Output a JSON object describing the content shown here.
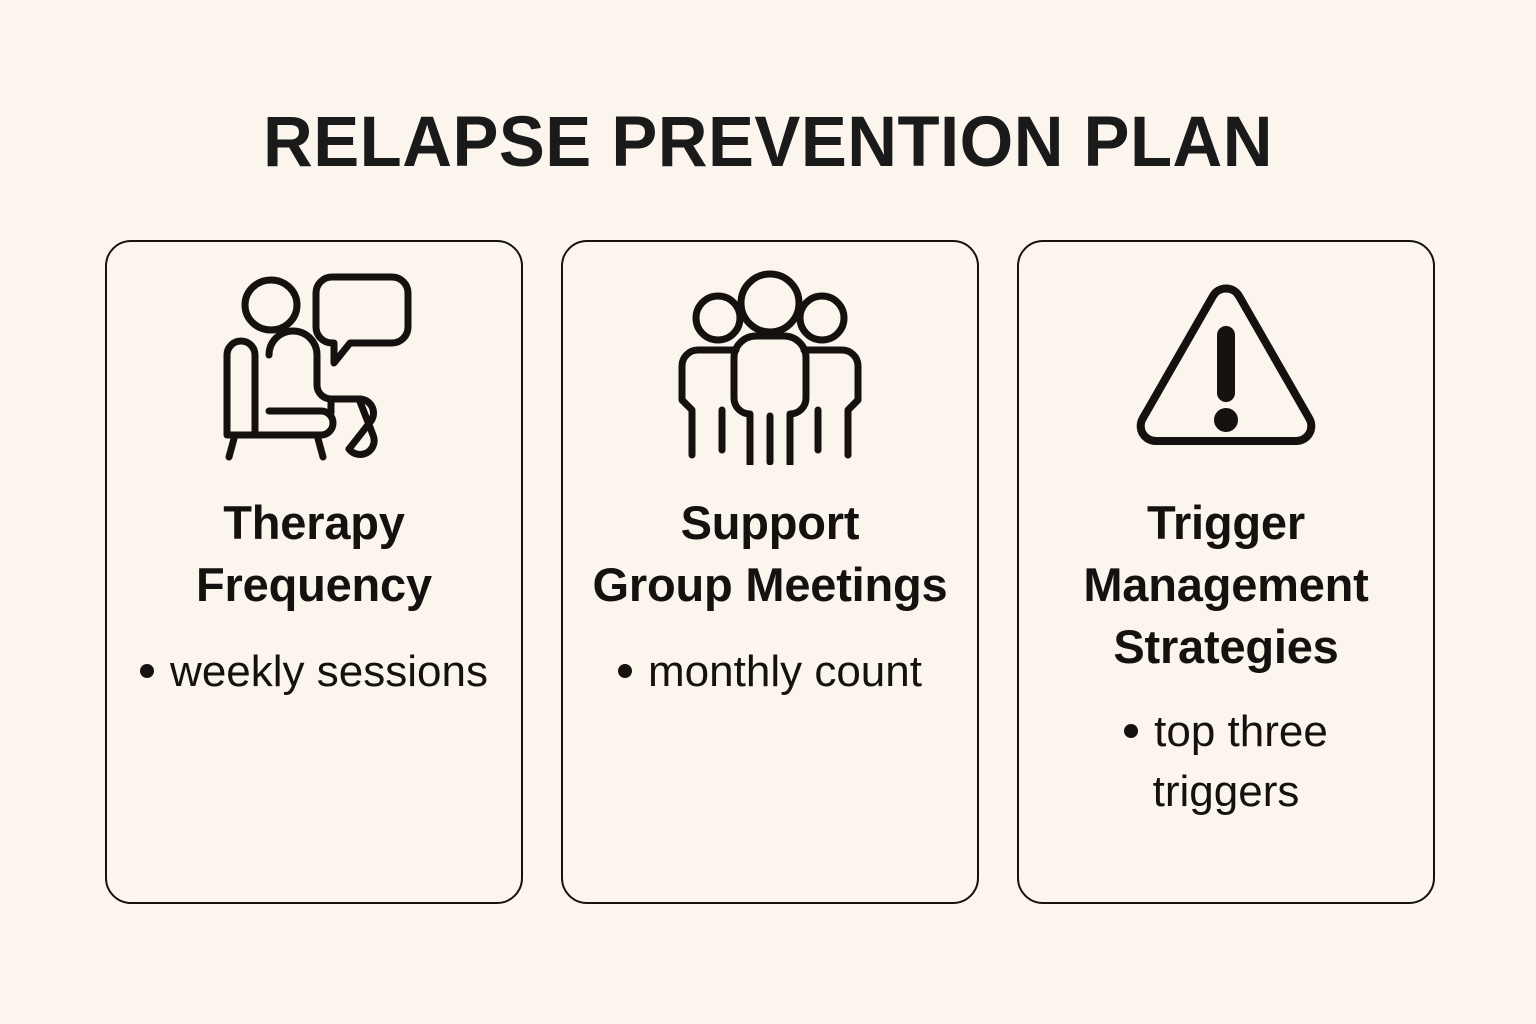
{
  "page": {
    "background_color": "#FBF5EE",
    "text_color": "#1A1A1A",
    "title": "RELAPSE PREVENTION PLAN"
  },
  "cards": [
    {
      "icon_name": "therapy-session-icon",
      "icon_description": "person seated in armchair with speech bubble",
      "heading_line1": "Therapy",
      "heading_line2": "Frequency",
      "heading_line3": "",
      "bullets": [
        "weekly sessions"
      ]
    },
    {
      "icon_name": "support-group-icon",
      "icon_description": "three people standing together",
      "heading_line1": "Support",
      "heading_line2": "Group Meetings",
      "heading_line3": "",
      "bullets": [
        "monthly count"
      ]
    },
    {
      "icon_name": "warning-triangle-icon",
      "icon_description": "triangle with exclamation mark",
      "heading_line1": "Trigger",
      "heading_line2": "Management",
      "heading_line3": "Strategies",
      "bullets": [
        "top three triggers"
      ]
    }
  ]
}
